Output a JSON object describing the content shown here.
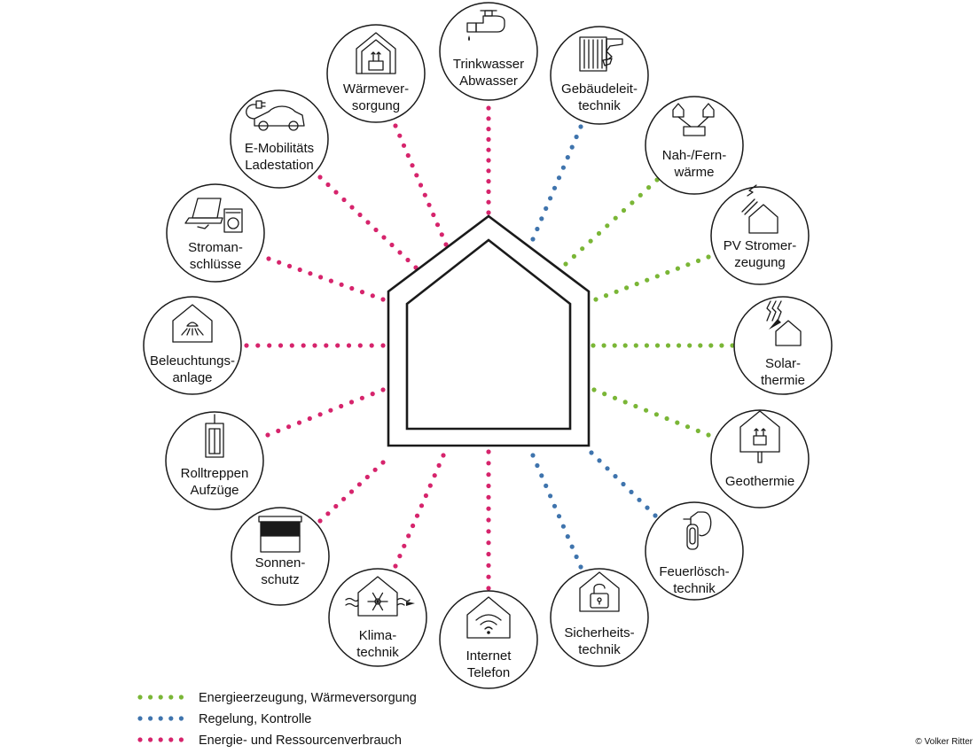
{
  "colors": {
    "energy": "#7ab636",
    "control": "#3f74ad",
    "consumption": "#d6246c",
    "stroke": "#1a1a1a"
  },
  "nodes": [
    {
      "id": "trinkwasser",
      "lines": [
        "Trinkwasser",
        "Abwasser"
      ],
      "category": "consumption",
      "icon": "faucet-icon"
    },
    {
      "id": "gebaeudeleittechnik",
      "lines": [
        "Gebäudeleit-",
        "technik"
      ],
      "category": "control",
      "icon": "control-panel-icon"
    },
    {
      "id": "nahfernwaerme",
      "lines": [
        "Nah-/Fern-",
        "wärme"
      ],
      "category": "energy",
      "icon": "district-heating-icon"
    },
    {
      "id": "pv",
      "lines": [
        "PV Stromer-",
        "zeugung"
      ],
      "category": "energy",
      "icon": "solar-pv-icon"
    },
    {
      "id": "solarthermie",
      "lines": [
        "Solar-",
        "thermie"
      ],
      "category": "energy",
      "icon": "solar-thermal-icon"
    },
    {
      "id": "geothermie",
      "lines": [
        "Geothermie"
      ],
      "category": "energy",
      "icon": "geothermal-icon"
    },
    {
      "id": "feuerloeschtechnik",
      "lines": [
        "Feuerlösch-",
        "technik"
      ],
      "category": "control",
      "icon": "fire-extinguisher-icon"
    },
    {
      "id": "sicherheitstechnik",
      "lines": [
        "Sicherheits-",
        "technik"
      ],
      "category": "control",
      "icon": "padlock-icon"
    },
    {
      "id": "internet",
      "lines": [
        "Internet",
        "Telefon"
      ],
      "category": "consumption",
      "icon": "wifi-icon"
    },
    {
      "id": "klimatechnik",
      "lines": [
        "Klima-",
        "technik"
      ],
      "category": "consumption",
      "icon": "snowflake-icon"
    },
    {
      "id": "sonnenschutz",
      "lines": [
        "Sonnen-",
        "schutz"
      ],
      "category": "consumption",
      "icon": "blind-icon"
    },
    {
      "id": "rolltreppen",
      "lines": [
        "Rolltreppen",
        "Aufzüge"
      ],
      "category": "consumption",
      "icon": "elevator-icon"
    },
    {
      "id": "beleuchtung",
      "lines": [
        "Beleuchtungs-",
        "anlage"
      ],
      "category": "consumption",
      "icon": "lamp-icon"
    },
    {
      "id": "stromanschluesse",
      "lines": [
        "Stroman-",
        "schlüsse"
      ],
      "category": "consumption",
      "icon": "laptop-washer-icon"
    },
    {
      "id": "emobilitaet",
      "lines": [
        "E-Mobilitäts",
        "Ladestation"
      ],
      "category": "consumption",
      "icon": "electric-car-icon"
    },
    {
      "id": "waermeversorgung",
      "lines": [
        "Wärmever-",
        "sorgung"
      ],
      "category": "consumption",
      "icon": "heating-house-icon"
    }
  ],
  "legend": [
    {
      "category": "energy",
      "label": "Energieerzeugung, Wärmeversorgung"
    },
    {
      "category": "control",
      "label": "Regelung, Kontrolle"
    },
    {
      "category": "consumption",
      "label": "Energie- und Ressourcenverbrauch"
    }
  ],
  "copyright": "© Volker Ritter"
}
